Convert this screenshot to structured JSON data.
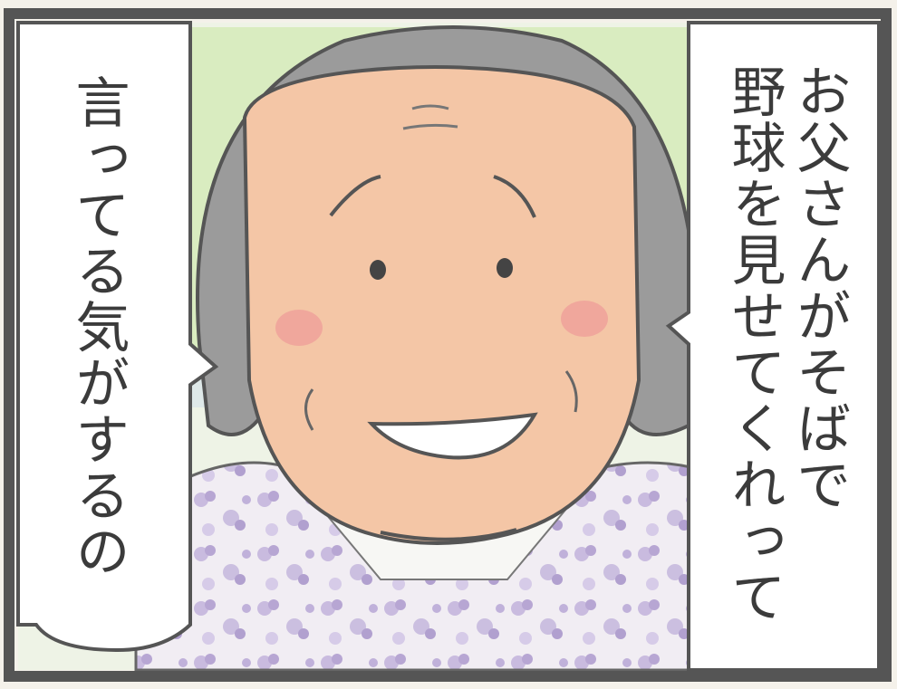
{
  "speech_right": {
    "line1": "お父さんがそばで",
    "line2": "野球を見せてくれって"
  },
  "speech_left": {
    "line1": "言ってる気がするの"
  },
  "colors": {
    "frame": "#555555",
    "background_window": "#d9ecc0",
    "skin": "#f4c6a6",
    "hair": "#9b9b9b",
    "cheek": "#ee9a98",
    "clothing_pattern": "#b9a8d4"
  }
}
